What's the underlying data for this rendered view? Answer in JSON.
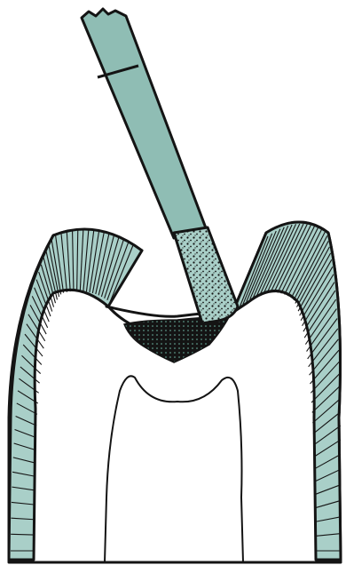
{
  "figure": {
    "colors": {
      "enamel": "#a9cfc8",
      "bur": "#8fbdb4",
      "outline": "#141414",
      "background": "#ffffff"
    },
    "parts": [
      "tooth-crown",
      "enamel-layer",
      "dentin",
      "pulp-chamber",
      "diamond-bur",
      "bur-shank",
      "bur-diamond-tip",
      "carious-lesion"
    ]
  }
}
